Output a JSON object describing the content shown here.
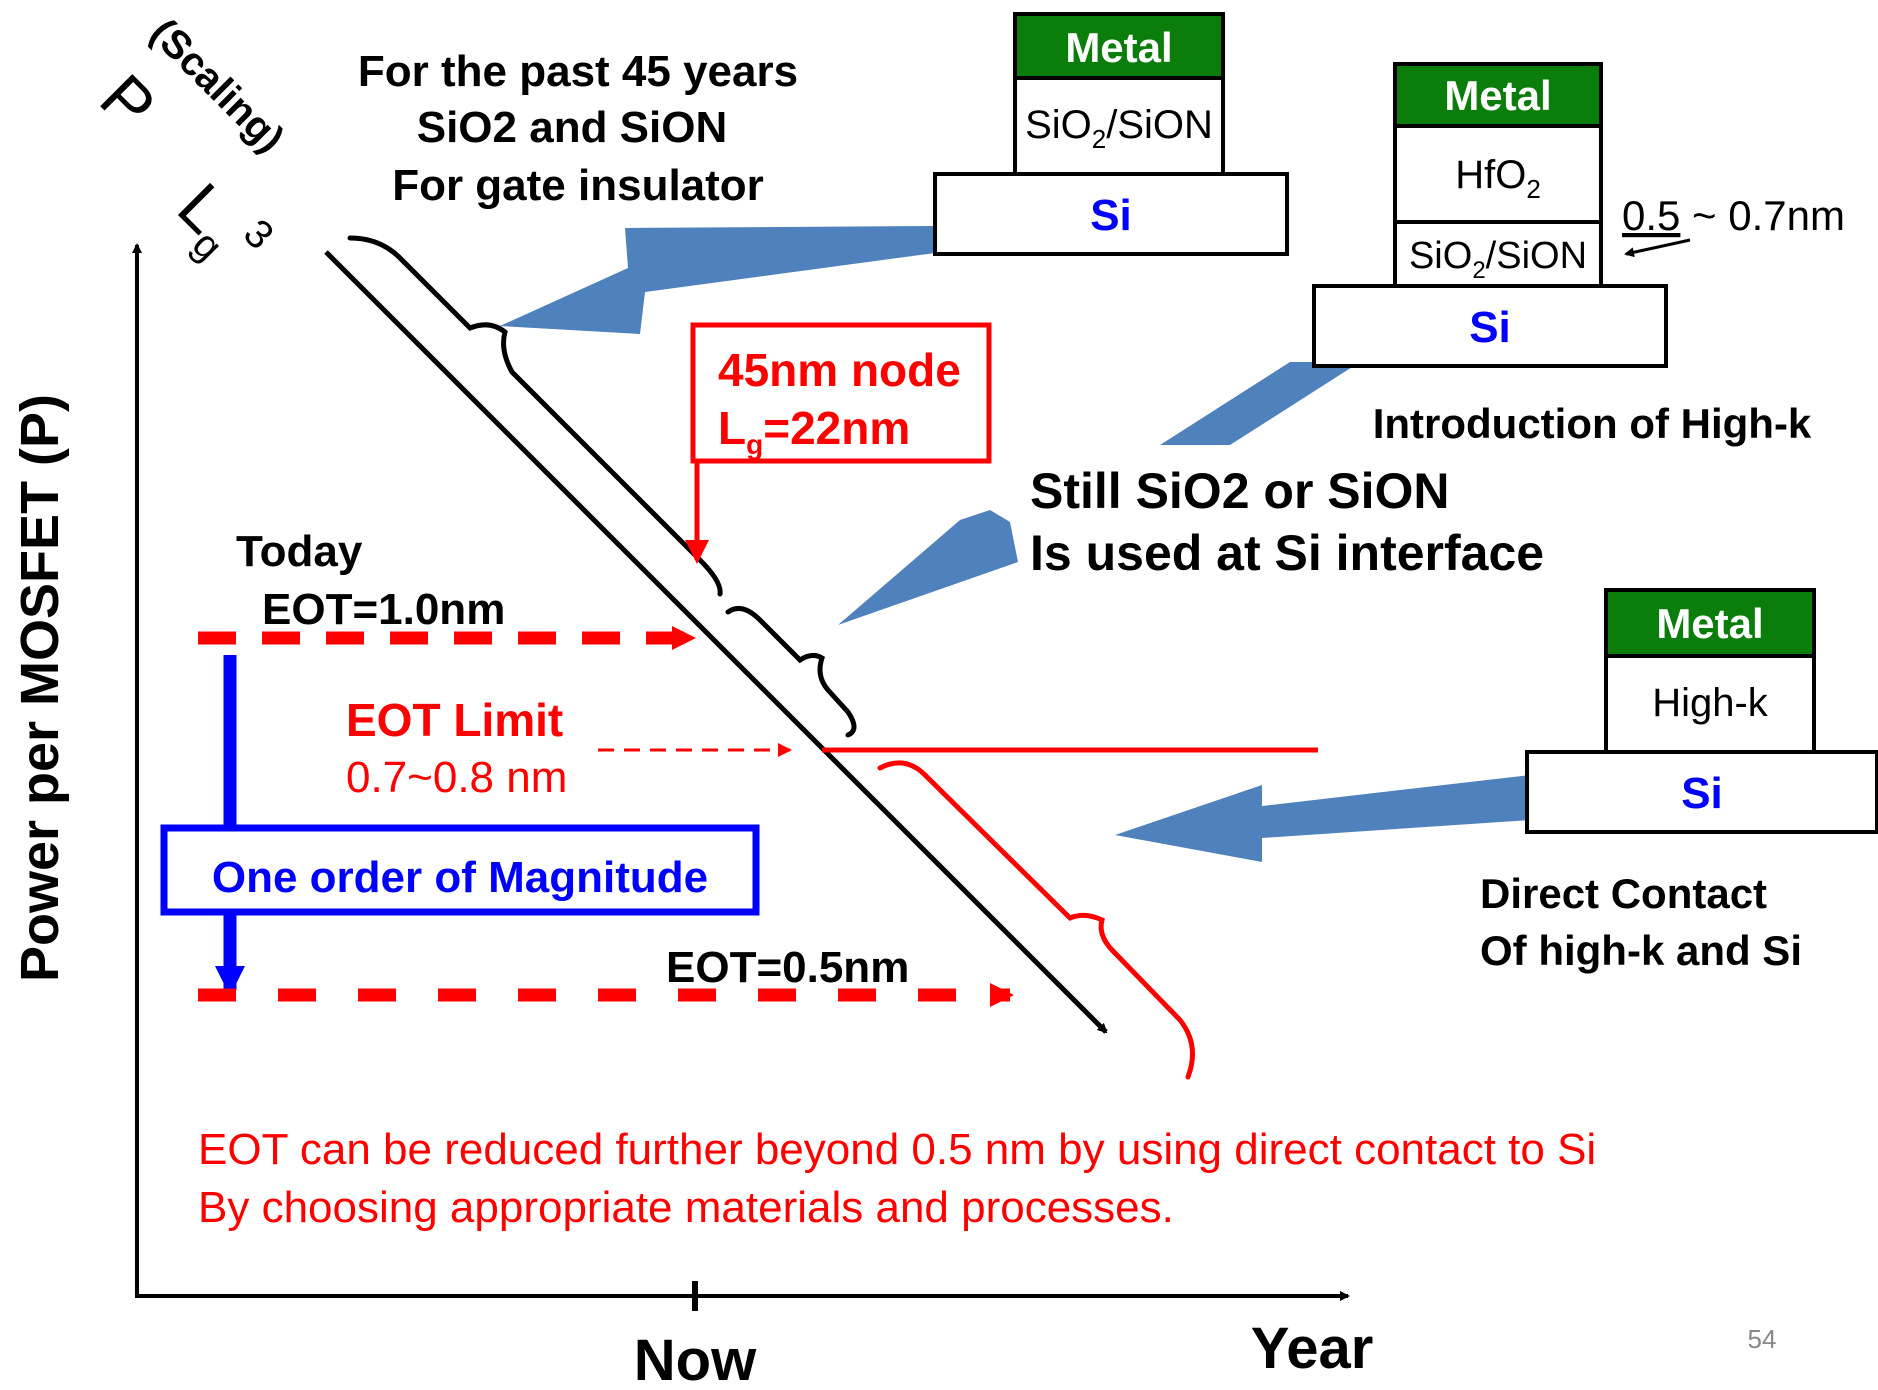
{
  "colors": {
    "red": "#ff0000",
    "blue": "#0000ff",
    "arrow_blue": "#4f81bd",
    "green": "#0a7d0a",
    "black": "#000000"
  },
  "axes": {
    "y_label": "Power per MOSFET (P)",
    "x_label_now": "Now",
    "x_label_year": "Year"
  },
  "scaling_label": {
    "scaling": "(Scaling)",
    "p": "P",
    "lg_base": "L",
    "lg_sub": "g",
    "lg_exp": "3"
  },
  "history_note": {
    "line1": "For  the past 45 years",
    "line2": "SiO2 and SiON",
    "line3": "For gate insulator"
  },
  "stack_sio2": {
    "metal": "Metal",
    "insulator_a": "SiO",
    "insulator_sub": "2",
    "insulator_b": "/SiON",
    "si": "Si"
  },
  "stack_hfo2": {
    "metal": "Metal",
    "hfo_a": "HfO",
    "hfo_sub": "2",
    "ins_a": "SiO",
    "ins_sub": "2",
    "ins_b": "/SiON",
    "si": "Si",
    "thickness_a": "0.5",
    "thickness_b": " ~ 0.7nm",
    "caption": "Introduction of High-k"
  },
  "stack_highk": {
    "metal": "Metal",
    "highk": "High-k",
    "si": "Si",
    "caption1": "Direct Contact",
    "caption2": "Of high-k and Si"
  },
  "node_box": {
    "line1": "45nm node",
    "line2_a": "L",
    "line2_sub": "g",
    "line2_b": "=22nm"
  },
  "interface_note": {
    "line1": "Still SiO2 or SiON",
    "line2": "Is used at Si interface"
  },
  "today": {
    "label": "Today",
    "eot": "EOT=1.0nm"
  },
  "eot_limit": {
    "label": "EOT Limit",
    "value": "0.7~0.8 nm"
  },
  "magnitude_box": "One order of Magnitude",
  "eot_05": "EOT=0.5nm",
  "footer_note": {
    "line1": "EOT can be reduced further beyond 0.5 nm by using direct contact to Si",
    "line2": "By choosing appropriate materials and processes."
  },
  "slide_number": "54"
}
